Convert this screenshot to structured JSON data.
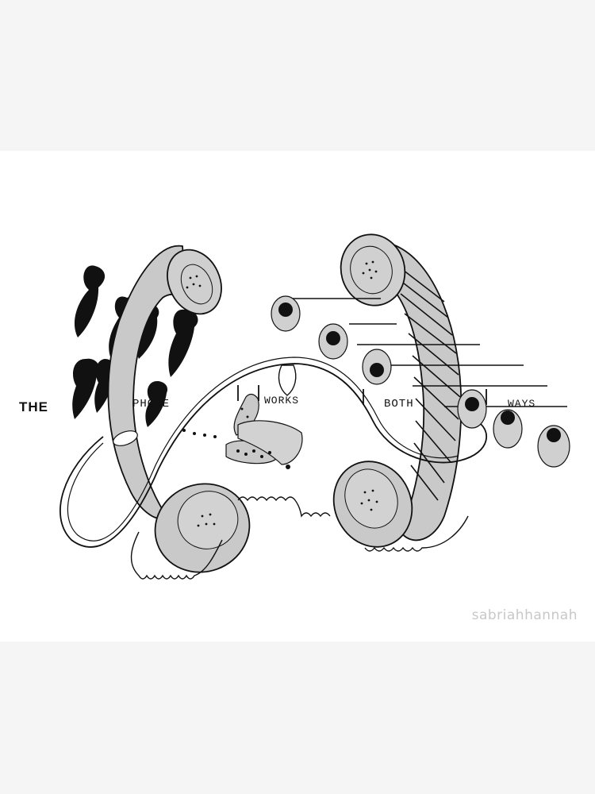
{
  "artwork": {
    "words": [
      "THE",
      "PHONE",
      "WORKS",
      "BOTH",
      "WAYS"
    ],
    "watermark": "sabriahhannah",
    "colors": {
      "background": "#f5f5f5",
      "paper": "#ffffff",
      "ink": "#111111",
      "handset_fill": "#c9c9c9"
    }
  }
}
